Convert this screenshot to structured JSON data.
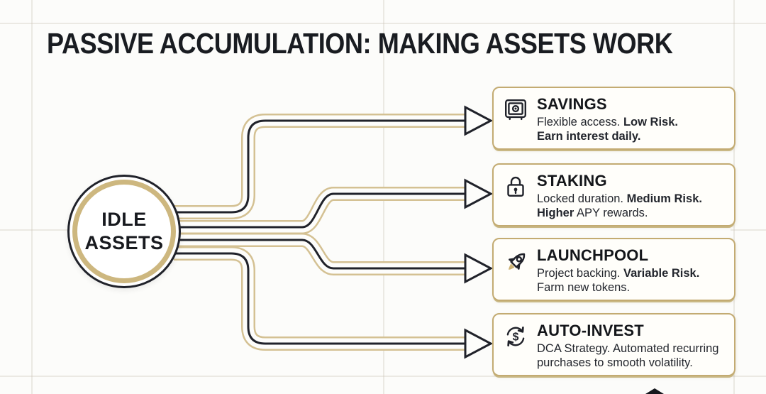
{
  "title": "PASSIVE ACCUMULATION: MAKING ASSETS WORK",
  "hub": {
    "label_line1": "IDLE",
    "label_line2": "ASSETS"
  },
  "cards": [
    {
      "icon": "safe-icon",
      "title": "SAVINGS",
      "desc_lines": [
        [
          {
            "t": "Flexible access. ",
            "b": false
          },
          {
            "t": "Low Risk.",
            "b": true
          }
        ],
        [
          {
            "t": "Earn interest daily.",
            "b": true
          }
        ]
      ]
    },
    {
      "icon": "padlock-icon",
      "title": "STAKING",
      "desc_lines": [
        [
          {
            "t": "Locked duration. ",
            "b": false
          },
          {
            "t": "Medium Risk.",
            "b": true
          }
        ],
        [
          {
            "t": "Higher",
            "b": true
          },
          {
            "t": " APY rewards.",
            "b": false
          }
        ]
      ]
    },
    {
      "icon": "rocket-icon",
      "title": "LAUNCHPOOL",
      "desc_lines": [
        [
          {
            "t": "Project backing. ",
            "b": false
          },
          {
            "t": "Variable Risk.",
            "b": true
          }
        ],
        [
          {
            "t": "Farm new tokens.",
            "b": false
          }
        ]
      ]
    },
    {
      "icon": "refresh-dollar-icon",
      "title": "AUTO-INVEST",
      "desc_lines": [
        [
          {
            "t": "DCA Strategy. Automated recurring",
            "b": false
          }
        ],
        [
          {
            "t": "purchases to smooth volatility.",
            "b": false
          }
        ]
      ]
    }
  ],
  "colors": {
    "accent_gold": "#c3ab72",
    "lane_gold": "#d4c193",
    "ink_dark": "#20222a",
    "background": "#fcfcfa"
  }
}
